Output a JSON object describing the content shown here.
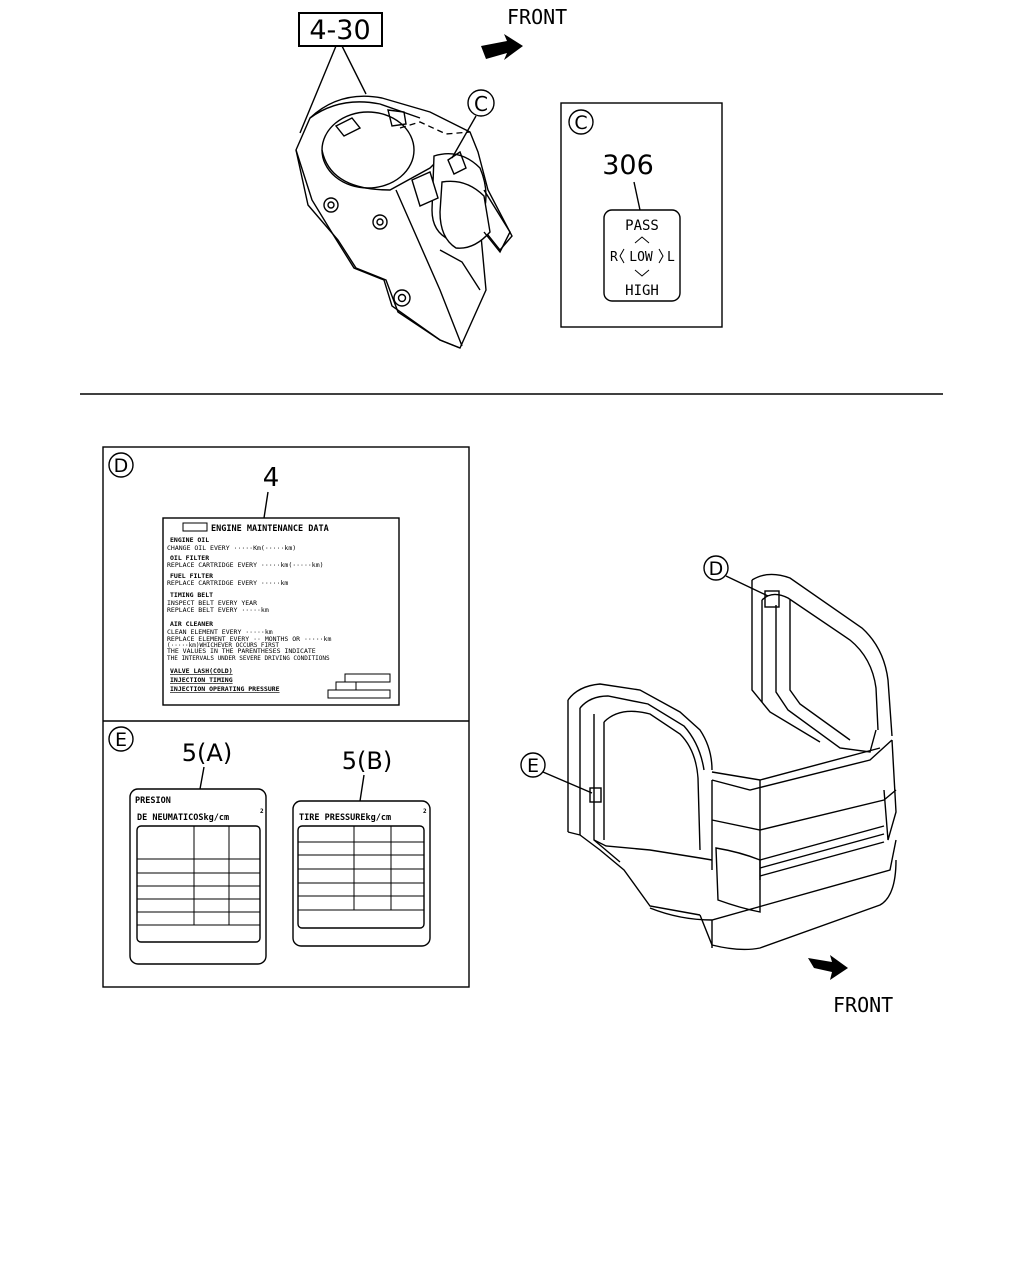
{
  "top": {
    "part_ref": "4-30",
    "front_label": "FRONT",
    "callout_c": "C"
  },
  "box_c": {
    "letter": "C",
    "part_no": "306",
    "label_pass": "PASS",
    "label_mid_left": "R",
    "label_mid_center": "LOW",
    "label_mid_right": "L",
    "label_high": "HIGH"
  },
  "box_d": {
    "letter": "D",
    "part_no": "4",
    "label_title": "ENGINE MAINTENANCE DATA",
    "lines": [
      "ENGINE OIL",
      "CHANGE OIL EVERY ·····Km(·····km)",
      "OIL FILTER",
      "REPLACE CARTRIDGE EVERY ·····km(·····km)",
      "FUEL FILTER",
      "REPLACE CARTRIDGE EVERY ·····km",
      "TIMING BELT",
      "INSPECT BELT EVERY YEAR",
      "REPLACE BELT EVERY ·····km",
      "AIR CLEANER",
      "CLEAN ELEMENT EVERY ·····km",
      "REPLACE ELEMENT EVERY ·· MONTHS OR ·····km",
      "(·····km)WHICHEVER OCCURS FIRST",
      "THE VALUES IN THE PARENTHESES INDICATE",
      "THE INTERVALS UNDER SEVERE DRIVING CONDITIONS",
      "VALVE LASH(COLD)",
      "INJECTION TIMING",
      "INJECTION OPERATING PRESSURE"
    ]
  },
  "box_e": {
    "letter": "E",
    "label_a_part": "5(A)",
    "label_a_line1": "PRESION",
    "label_a_line2": "DE NEUMATICOSkg/cm",
    "label_a_sup": "2",
    "label_b_part": "5(B)",
    "label_b_line1": "TIRE PRESSUREkg/cm",
    "label_b_sup": "2"
  },
  "cab": {
    "callout_d": "D",
    "callout_e": "E",
    "front_label": "FRONT"
  }
}
